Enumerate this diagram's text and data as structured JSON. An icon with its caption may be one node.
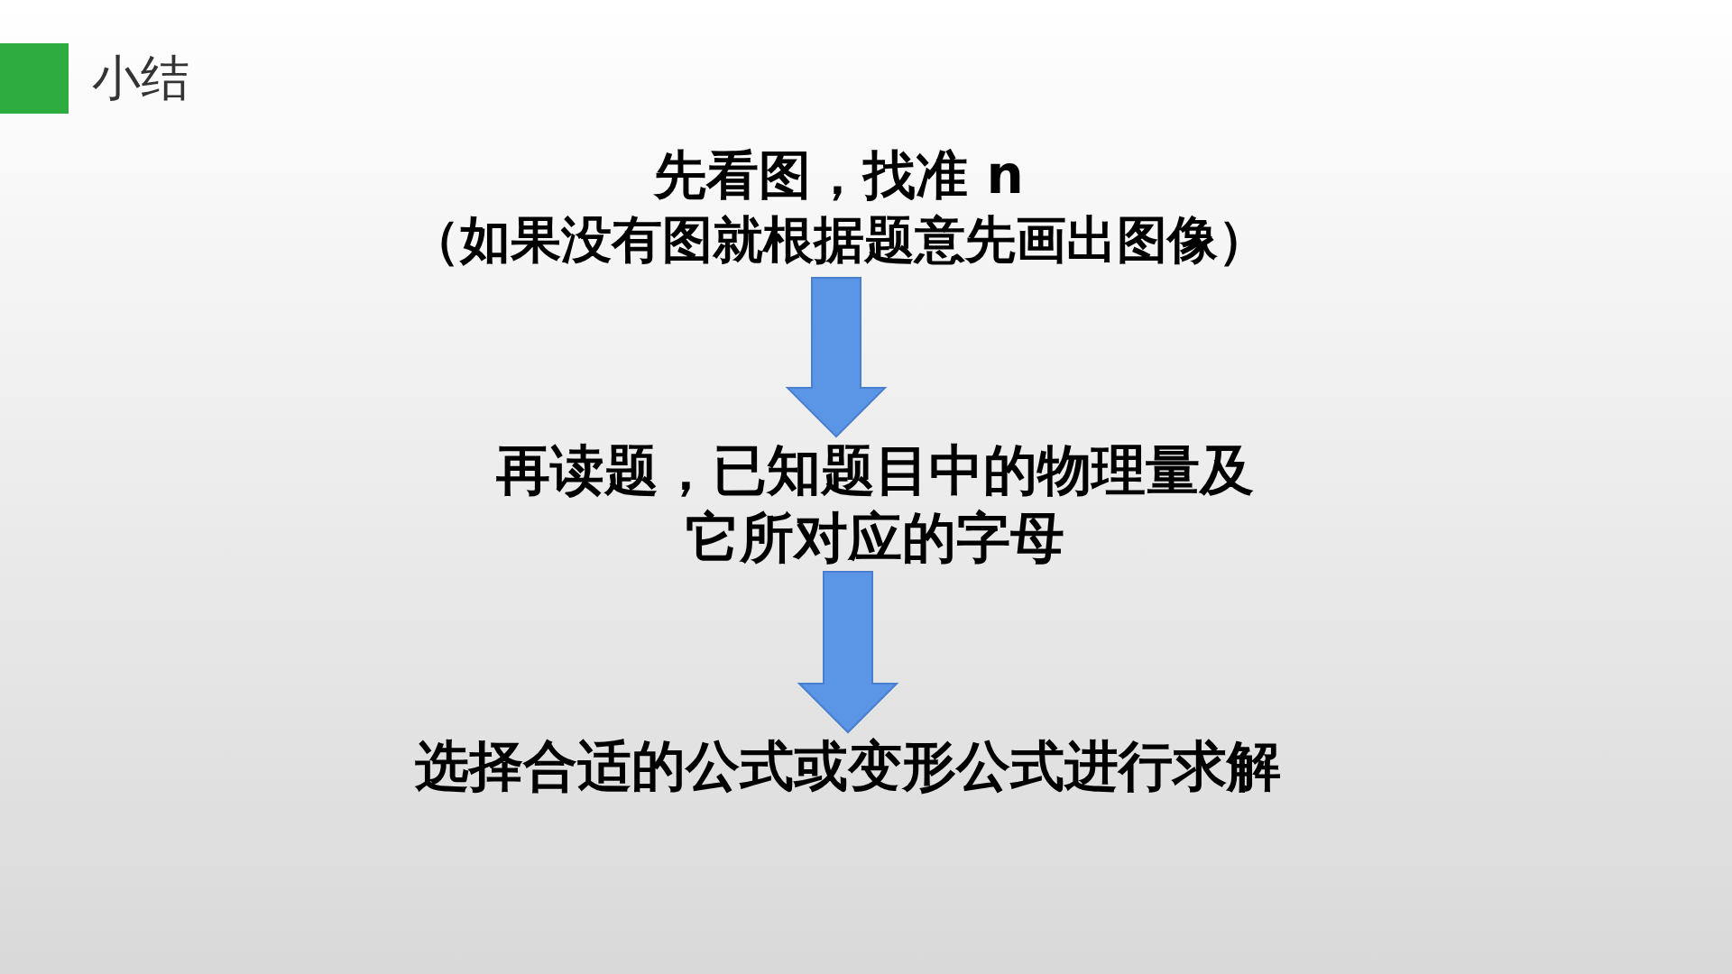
{
  "diagram": {
    "title": "小结",
    "nodes": [
      {
        "text": [
          "先看图，找准 n",
          "（如果没有图就根据题意先画出图像）"
        ]
      },
      {
        "text": [
          "再读题，已知题目中的物理量及它所对应的字母"
        ]
      },
      {
        "text": [
          "选择合适的公式或变形公式进行求解"
        ]
      }
    ],
    "edges": [
      {
        "from": 0,
        "to": 1,
        "arrow": "to"
      },
      {
        "from": 1,
        "to": 2,
        "arrow": "to"
      }
    ]
  }
}
